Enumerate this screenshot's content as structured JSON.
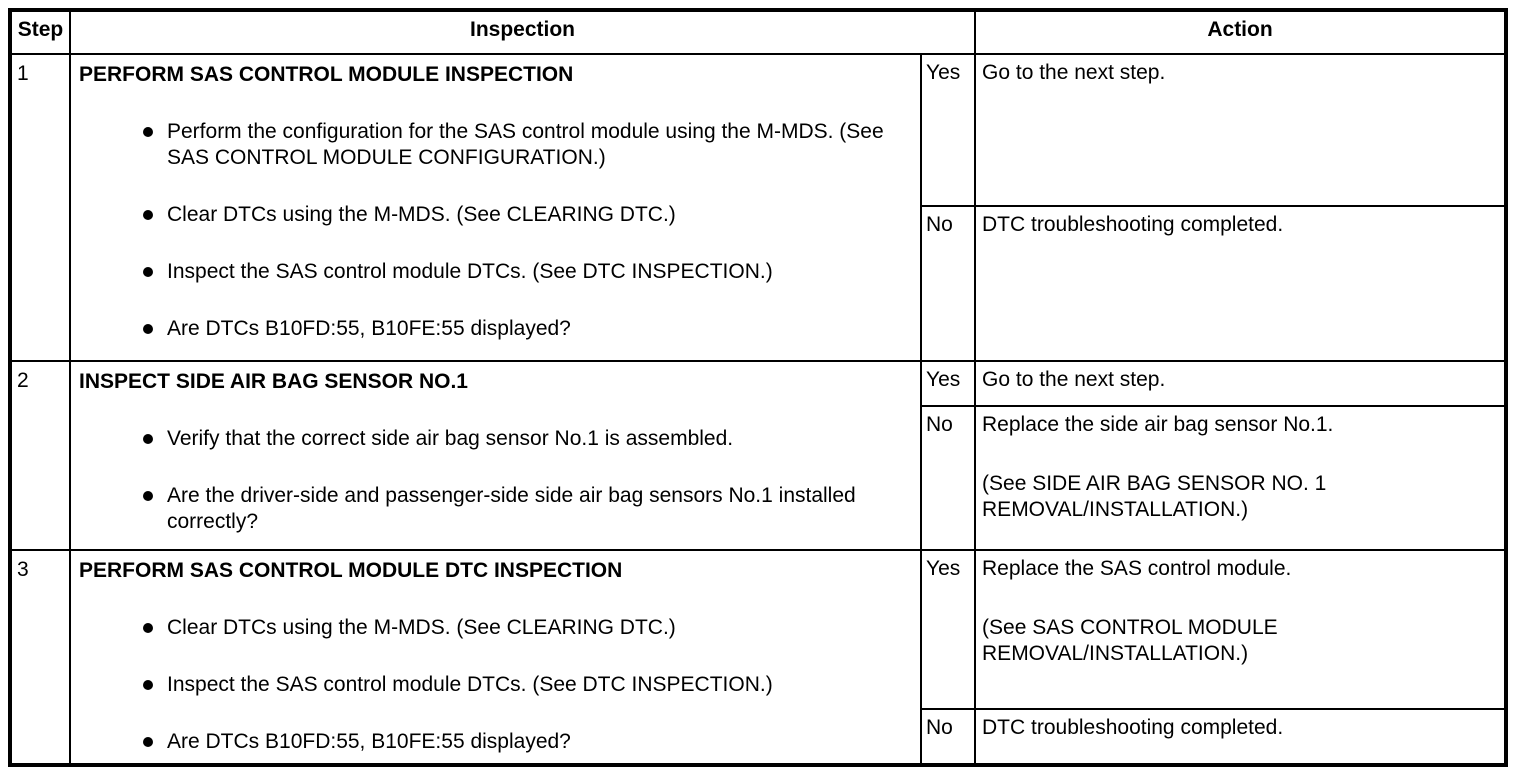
{
  "table": {
    "headers": {
      "step": "Step",
      "inspection": "Inspection",
      "action": "Action"
    },
    "colors": {
      "border": "#000000",
      "text": "#000000",
      "background": "#ffffff"
    },
    "rows": [
      {
        "step": "1",
        "title": "PERFORM SAS CONTROL MODULE INSPECTION",
        "bullets": [
          "Perform the configuration for the SAS control module using the M-MDS. (See SAS CONTROL MODULE CONFIGURATION.)",
          "Clear DTCs using the M-MDS. (See CLEARING DTC.)",
          "Inspect the SAS control module DTCs. (See DTC INSPECTION.)",
          "Are DTCs B10FD:55, B10FE:55 displayed?"
        ],
        "yes": {
          "label": "Yes",
          "action_lines": [
            "Go to the next step."
          ]
        },
        "no": {
          "label": "No",
          "action_lines": [
            "DTC troubleshooting completed."
          ]
        }
      },
      {
        "step": "2",
        "title": "INSPECT SIDE AIR BAG SENSOR NO.1",
        "bullets": [
          "Verify that the correct side air bag sensor No.1 is assembled.",
          "Are the driver-side and passenger-side side air bag sensors No.1 installed correctly?"
        ],
        "yes": {
          "label": "Yes",
          "action_lines": [
            "Go to the next step."
          ]
        },
        "no": {
          "label": "No",
          "action_lines": [
            "Replace the side air bag sensor No.1.",
            "(See SIDE AIR BAG SENSOR NO. 1 REMOVAL/INSTALLATION.)"
          ]
        }
      },
      {
        "step": "3",
        "title": "PERFORM SAS CONTROL MODULE DTC INSPECTION",
        "bullets": [
          "Clear DTCs using the M-MDS. (See CLEARING DTC.)",
          "Inspect the SAS control module DTCs. (See DTC INSPECTION.)",
          "Are DTCs B10FD:55, B10FE:55 displayed?"
        ],
        "yes": {
          "label": "Yes",
          "action_lines": [
            "Replace the SAS control module.",
            "(See SAS CONTROL MODULE REMOVAL/INSTALLATION.)"
          ]
        },
        "no": {
          "label": "No",
          "action_lines": [
            "DTC troubleshooting completed."
          ]
        }
      }
    ]
  }
}
